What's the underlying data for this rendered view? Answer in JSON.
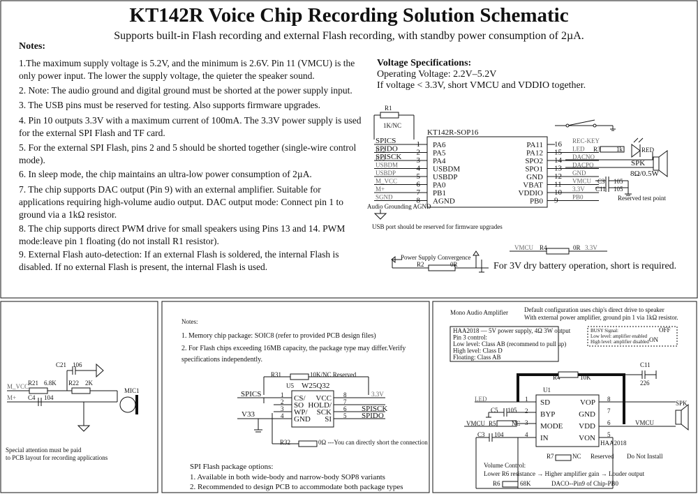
{
  "title": "KT142R Voice Chip Recording Solution Schematic",
  "subtitle": "Supports built-in Flash recording and external Flash recording, with standby power consumption of 2µA.",
  "notes": {
    "heading": "Notes:",
    "items": [
      "1.The maximum supply voltage is 5.2V, and the minimum is 2.6V. Pin 11 (VMCU) is the only power input. The lower the supply voltage, the quieter the speaker sound.",
      "2. Note: The audio ground and digital ground must be shorted at the power supply input.",
      "3. The USB pins must be reserved for testing. Also supports firmware upgrades.",
      "4. Pin 10 outputs 3.3V with a maximum current of 100mA. The 3.3V power supply is used for the external SPI Flash and TF card.",
      "5. For the external SPI Flash, pins 2 and 5 should be shorted together (single-wire control mode).",
      "6. In sleep mode, the chip maintains an ultra-low power consumption of 2µA.",
      "7. The chip supports DAC output (Pin 9) with an external amplifier. Suitable for applications requiring high-volume audio output.  DAC output mode: Connect pin 1 to ground via a 1kΩ resistor.",
      "8. The chip supports direct PWM drive for small speakers using Pins 13 and 14. PWM mode:leave pin 1 floating (do not install R1 resistor).",
      "9. External Flash auto-detection: If an external Flash is soldered, the internal Flash is disabled. If no external Flash is present, the internal Flash is used."
    ]
  },
  "voltage": {
    "heading": "Voltage Specifications:",
    "line1": "Operating Voltage: 2.2V–5.2V",
    "line2": "If voltage < 3.3V, short VMCU and VDDIO together."
  },
  "chip": {
    "name": "KT142R-SOP16",
    "r1_name": "R1",
    "r1_value": "1K/NC",
    "left_pins": [
      {
        "num": "1",
        "name": "PA6",
        "net": "SPICS"
      },
      {
        "num": "2",
        "name": "PA5",
        "net": "SPIDO"
      },
      {
        "num": "3",
        "name": "PA4",
        "net": "SPISCK"
      },
      {
        "num": "4",
        "name": "USBDM",
        "net": "USBDM"
      },
      {
        "num": "5",
        "name": "USBDP",
        "net": "USBDP"
      },
      {
        "num": "6",
        "name": "PA0",
        "net": "M_VCC"
      },
      {
        "num": "7",
        "name": "PB1",
        "net": "M+"
      },
      {
        "num": "8",
        "name": "AGND",
        "net": "SGND"
      }
    ],
    "left_small": [
      "IO2",
      "IO3"
    ],
    "right_pins": [
      {
        "num": "16",
        "name": "PA11",
        "net": "REC-KEY"
      },
      {
        "num": "15",
        "name": "PA12",
        "net": "LED"
      },
      {
        "num": "14",
        "name": "SPO2",
        "net": "DACNO"
      },
      {
        "num": "13",
        "name": "SPO1",
        "net": "DACPO"
      },
      {
        "num": "12",
        "name": "GND",
        "net": "GND"
      },
      {
        "num": "11",
        "name": "VBAT",
        "net": "VMCU"
      },
      {
        "num": "10",
        "name": "VDDIO",
        "net": "3.3V"
      },
      {
        "num": "9",
        "name": "PB0",
        "net": "PB0"
      }
    ],
    "r3": "R3",
    "r3_value": "1k",
    "led": "RED",
    "spk": "SPK",
    "spk_spec": "8Ω/0.5W",
    "c3": "C3",
    "c11": "C11",
    "cap_value": "105",
    "test_point": "Reserved test point",
    "audio_ground": "Audio Grounding AGND",
    "usb_note": "USB port should be reserved for firmware upgrades",
    "power_conv": "Power Supply Convergence",
    "r2": "R2",
    "r2_value": "0R",
    "vmcu": "VMCU",
    "r4": "R4",
    "r4_value": "0R",
    "v33": "3.3V",
    "battery_note": "For 3V dry battery operation, short is required."
  },
  "mic": {
    "c21": "C21",
    "c21_value": "106",
    "r21": "R21",
    "r21_value": "6.8K",
    "r22": "R22",
    "r22_value": "2K",
    "m_vcc": "M_VCC",
    "m_plus": "M+",
    "c4": "C4",
    "c4_value": "104",
    "mic": "MIC1",
    "note1": "Special attention must be paid",
    "note2": "to PCB layout for recording applications"
  },
  "flash": {
    "notes_heading": "Notes:",
    "note1": "1. Memory chip package: SOIC8 (refer to provided PCB design files)",
    "note2": "2. For Flash chips exceeding 16MB capacity, the package type may differ.Verify specifications independently.",
    "r31": "R31",
    "r31_value": "10K/NC Reserved",
    "u5": "U5",
    "chip": "W25Q32",
    "spics": "SPICS",
    "v33": "V33",
    "v33_right": "3.3V",
    "left_pins": [
      {
        "num": "1",
        "name": "CS/"
      },
      {
        "num": "2",
        "name": "SO"
      },
      {
        "num": "3",
        "name": "WP/"
      },
      {
        "num": "4",
        "name": "GND"
      }
    ],
    "right_pins": [
      {
        "num": "8",
        "name": "VCC",
        "net": ""
      },
      {
        "num": "7",
        "name": "HOLD/",
        "net": ""
      },
      {
        "num": "6",
        "name": "SCK",
        "net": "SPISCK"
      },
      {
        "num": "5",
        "name": "SI",
        "net": "SPIDO"
      }
    ],
    "r32": "R32",
    "r32_note": "0Ω ---You can directly short the connection",
    "pkg_heading": "SPI Flash package options:",
    "pkg1": "1. Available in both wide-body and narrow-body SOP8 variants",
    "pkg2": "2. Recommended to design PCB to accommodate both package types"
  },
  "amp": {
    "heading": "Mono Audio Amplifier",
    "default1": "Default configuration uses chip's direct drive to speaker",
    "default2": "With external power amplifier, ground pin 1 via 1kΩ resistor.",
    "info": [
      "HAA2018 — 5V power supply, 4Ω 3W output",
      "Pin 3 control:",
      "Low level: Class AB (recommend to pull up)",
      "High level: Class D",
      "Floating: Class AB"
    ],
    "busy": [
      "BUSY Signal:",
      "Low level: amplifier enabled",
      "High level: amplifier disabled"
    ],
    "off": "OFF",
    "on": "ON",
    "r4": "R4",
    "r4_value": "10K",
    "c11": "C11",
    "c11_value": "226",
    "u1": "U1",
    "chip": "HAA2018",
    "led": "LED",
    "c5": "C5",
    "c5_value": "105",
    "vmcu_left": "VMCU",
    "r5": "R5",
    "r5_value": "NC",
    "c3": "C3",
    "c3_value": "104",
    "vmcu_right": "VMCU",
    "spk": "SPK",
    "left_pins": [
      {
        "num": "1",
        "name": "SD"
      },
      {
        "num": "2",
        "name": "BYP"
      },
      {
        "num": "3",
        "name": "MODE"
      },
      {
        "num": "4",
        "name": "IN"
      }
    ],
    "right_pins": [
      {
        "num": "8",
        "name": "VOP"
      },
      {
        "num": "7",
        "name": "GND"
      },
      {
        "num": "6",
        "name": "VDD"
      },
      {
        "num": "5",
        "name": "VON"
      }
    ],
    "r7": "R7",
    "r7_value": "NC",
    "reserved": "Reserved",
    "dni": "Do Not Install",
    "vol_heading": "Volume Control:",
    "vol_text": "Lower R6 resistance → Higher amplifier gain → Louder output",
    "r6": "R6",
    "r6_value": "68K",
    "daco": "DACO--Pin9 of Chip-PB0"
  }
}
